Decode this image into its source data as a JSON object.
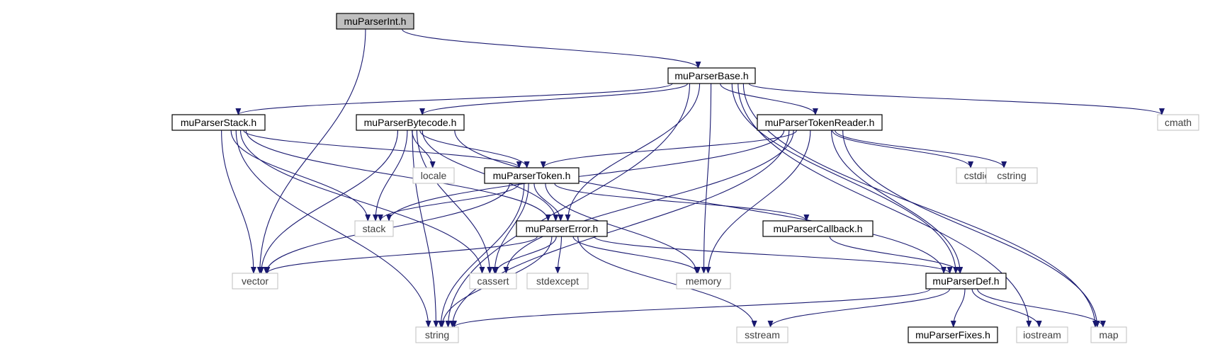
{
  "colors": {
    "edge": "#191970",
    "root_fill": "#bfbfbf",
    "project_border": "#000000",
    "system_border": "#bfbfbf",
    "background": "#ffffff"
  },
  "nodes": [
    {
      "id": "muParserInt",
      "label": "muParserInt.h",
      "kind": "root"
    },
    {
      "id": "muParserBase",
      "label": "muParserBase.h",
      "kind": "project"
    },
    {
      "id": "muParserStack",
      "label": "muParserStack.h",
      "kind": "project"
    },
    {
      "id": "muParserBytecode",
      "label": "muParserBytecode.h",
      "kind": "project"
    },
    {
      "id": "muParserTokenReader",
      "label": "muParserTokenReader.h",
      "kind": "project"
    },
    {
      "id": "cmath",
      "label": "cmath",
      "kind": "system"
    },
    {
      "id": "locale",
      "label": "locale",
      "kind": "system"
    },
    {
      "id": "muParserToken",
      "label": "muParserToken.h",
      "kind": "project"
    },
    {
      "id": "cstdio",
      "label": "cstdio",
      "kind": "system"
    },
    {
      "id": "cstring",
      "label": "cstring",
      "kind": "system"
    },
    {
      "id": "stack",
      "label": "stack",
      "kind": "system"
    },
    {
      "id": "muParserError",
      "label": "muParserError.h",
      "kind": "project"
    },
    {
      "id": "muParserCallback",
      "label": "muParserCallback.h",
      "kind": "project"
    },
    {
      "id": "vector",
      "label": "vector",
      "kind": "system"
    },
    {
      "id": "cassert",
      "label": "cassert",
      "kind": "system"
    },
    {
      "id": "stdexcept",
      "label": "stdexcept",
      "kind": "system"
    },
    {
      "id": "memory",
      "label": "memory",
      "kind": "system"
    },
    {
      "id": "muParserDef",
      "label": "muParserDef.h",
      "kind": "project"
    },
    {
      "id": "string",
      "label": "string",
      "kind": "system"
    },
    {
      "id": "sstream",
      "label": "sstream",
      "kind": "system"
    },
    {
      "id": "muParserFixes",
      "label": "muParserFixes.h",
      "kind": "project"
    },
    {
      "id": "iostream",
      "label": "iostream",
      "kind": "system"
    },
    {
      "id": "map",
      "label": "map",
      "kind": "system"
    }
  ],
  "edges": [
    [
      "muParserInt",
      "muParserBase"
    ],
    [
      "muParserInt",
      "vector"
    ],
    [
      "muParserBase",
      "muParserStack"
    ],
    [
      "muParserBase",
      "muParserBytecode"
    ],
    [
      "muParserBase",
      "muParserTokenReader"
    ],
    [
      "muParserBase",
      "cmath"
    ],
    [
      "muParserBase",
      "string"
    ],
    [
      "muParserBase",
      "memory"
    ],
    [
      "muParserBase",
      "muParserError"
    ],
    [
      "muParserBase",
      "muParserDef"
    ],
    [
      "muParserBase",
      "iostream"
    ],
    [
      "muParserBase",
      "map"
    ],
    [
      "muParserStack",
      "muParserToken"
    ],
    [
      "muParserStack",
      "muParserError"
    ],
    [
      "muParserStack",
      "stack"
    ],
    [
      "muParserStack",
      "vector"
    ],
    [
      "muParserStack",
      "cassert"
    ],
    [
      "muParserStack",
      "string"
    ],
    [
      "muParserBytecode",
      "locale"
    ],
    [
      "muParserBytecode",
      "muParserToken"
    ],
    [
      "muParserBytecode",
      "muParserError"
    ],
    [
      "muParserBytecode",
      "stack"
    ],
    [
      "muParserBytecode",
      "vector"
    ],
    [
      "muParserBytecode",
      "cassert"
    ],
    [
      "muParserBytecode",
      "string"
    ],
    [
      "muParserBytecode",
      "muParserDef"
    ],
    [
      "muParserTokenReader",
      "muParserToken"
    ],
    [
      "muParserTokenReader",
      "stack"
    ],
    [
      "muParserTokenReader",
      "cassert"
    ],
    [
      "muParserTokenReader",
      "memory"
    ],
    [
      "muParserTokenReader",
      "string"
    ],
    [
      "muParserTokenReader",
      "cstdio"
    ],
    [
      "muParserTokenReader",
      "cstring"
    ],
    [
      "muParserTokenReader",
      "map"
    ],
    [
      "muParserTokenReader",
      "muParserDef"
    ],
    [
      "muParserToken",
      "stack"
    ],
    [
      "muParserToken",
      "muParserError"
    ],
    [
      "muParserToken",
      "muParserCallback"
    ],
    [
      "muParserToken",
      "vector"
    ],
    [
      "muParserToken",
      "cassert"
    ],
    [
      "muParserToken",
      "string"
    ],
    [
      "muParserToken",
      "memory"
    ],
    [
      "muParserError",
      "vector"
    ],
    [
      "muParserError",
      "cassert"
    ],
    [
      "muParserError",
      "stdexcept"
    ],
    [
      "muParserError",
      "memory"
    ],
    [
      "muParserError",
      "string"
    ],
    [
      "muParserError",
      "sstream"
    ],
    [
      "muParserError",
      "muParserDef"
    ],
    [
      "muParserCallback",
      "muParserDef"
    ],
    [
      "muParserDef",
      "string"
    ],
    [
      "muParserDef",
      "sstream"
    ],
    [
      "muParserDef",
      "muParserFixes"
    ],
    [
      "muParserDef",
      "iostream"
    ],
    [
      "muParserDef",
      "map"
    ]
  ]
}
